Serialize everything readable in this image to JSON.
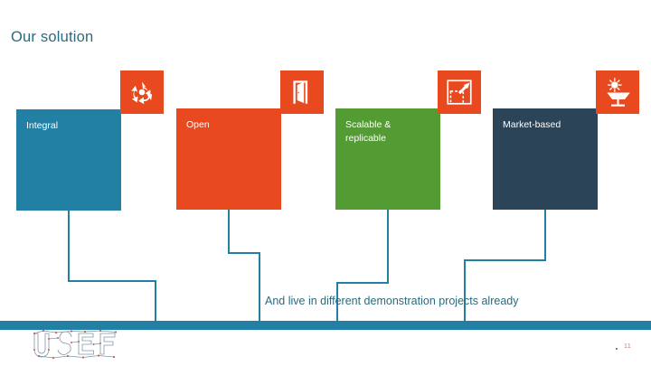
{
  "slide": {
    "title": "Our solution",
    "background_color": "#ffffff",
    "accent_color": "#2180a3",
    "orange_color": "#e8491e",
    "green_color": "#539b33",
    "navy_color": "#2b4457",
    "text_color": "#2b6a7e"
  },
  "pillars": [
    {
      "id": "integral",
      "label": "Integral",
      "color": "#2180a3",
      "icon": "recycle-icon"
    },
    {
      "id": "open",
      "label": "Open",
      "color": "#e8491e",
      "icon": "open-door-icon"
    },
    {
      "id": "scalable",
      "label": "Scalable &\nreplicable",
      "color": "#539b33",
      "icon": "scale-resize-icon"
    },
    {
      "id": "market",
      "label": "Market-based",
      "color": "#2b4457",
      "icon": "sun-market-stall-icon"
    }
  ],
  "caption": {
    "text": "And live in different demonstration projects already"
  },
  "footer": {
    "logo_text": "USEF",
    "page_number": "11"
  }
}
